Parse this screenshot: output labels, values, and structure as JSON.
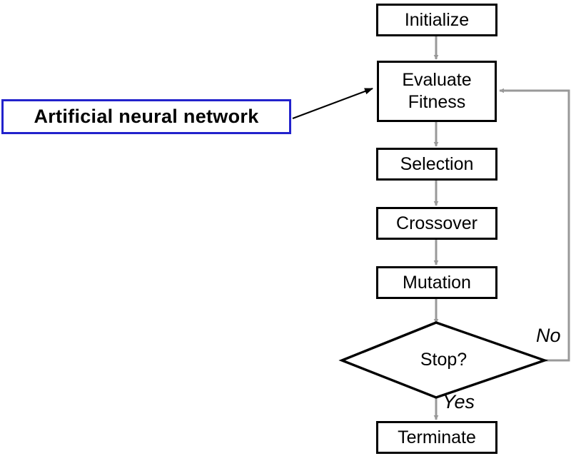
{
  "diagram": {
    "title": "Genetic algorithm flowchart with artificial neural network annotation",
    "colors": {
      "node_border": "#000000",
      "annotation_border": "#2222cc",
      "connector": "#999999",
      "pointer": "#000000",
      "background": "#ffffff",
      "text": "#000000"
    },
    "nodes": [
      {
        "id": "initialize",
        "label": "Initialize",
        "shape": "process"
      },
      {
        "id": "evaluate_fitness",
        "label": "Evaluate Fitness",
        "label_line1": "Evaluate",
        "label_line2": "Fitness",
        "shape": "process"
      },
      {
        "id": "selection",
        "label": "Selection",
        "shape": "process"
      },
      {
        "id": "crossover",
        "label": "Crossover",
        "shape": "process"
      },
      {
        "id": "mutation",
        "label": "Mutation",
        "shape": "process"
      },
      {
        "id": "stop",
        "label": "Stop?",
        "shape": "decision"
      },
      {
        "id": "terminate",
        "label": "Terminate",
        "shape": "process"
      },
      {
        "id": "ann",
        "label": "Artificial  neural network",
        "shape": "annotation"
      }
    ],
    "edges": [
      {
        "from": "initialize",
        "to": "evaluate_fitness",
        "label": ""
      },
      {
        "from": "evaluate_fitness",
        "to": "selection",
        "label": ""
      },
      {
        "from": "selection",
        "to": "crossover",
        "label": ""
      },
      {
        "from": "crossover",
        "to": "mutation",
        "label": ""
      },
      {
        "from": "mutation",
        "to": "stop",
        "label": ""
      },
      {
        "from": "stop",
        "to": "evaluate_fitness",
        "label": "No"
      },
      {
        "from": "stop",
        "to": "terminate",
        "label": "Yes"
      },
      {
        "from": "ann",
        "to": "evaluate_fitness",
        "label": ""
      }
    ],
    "edge_labels": {
      "no": "No",
      "yes": "Yes"
    }
  }
}
